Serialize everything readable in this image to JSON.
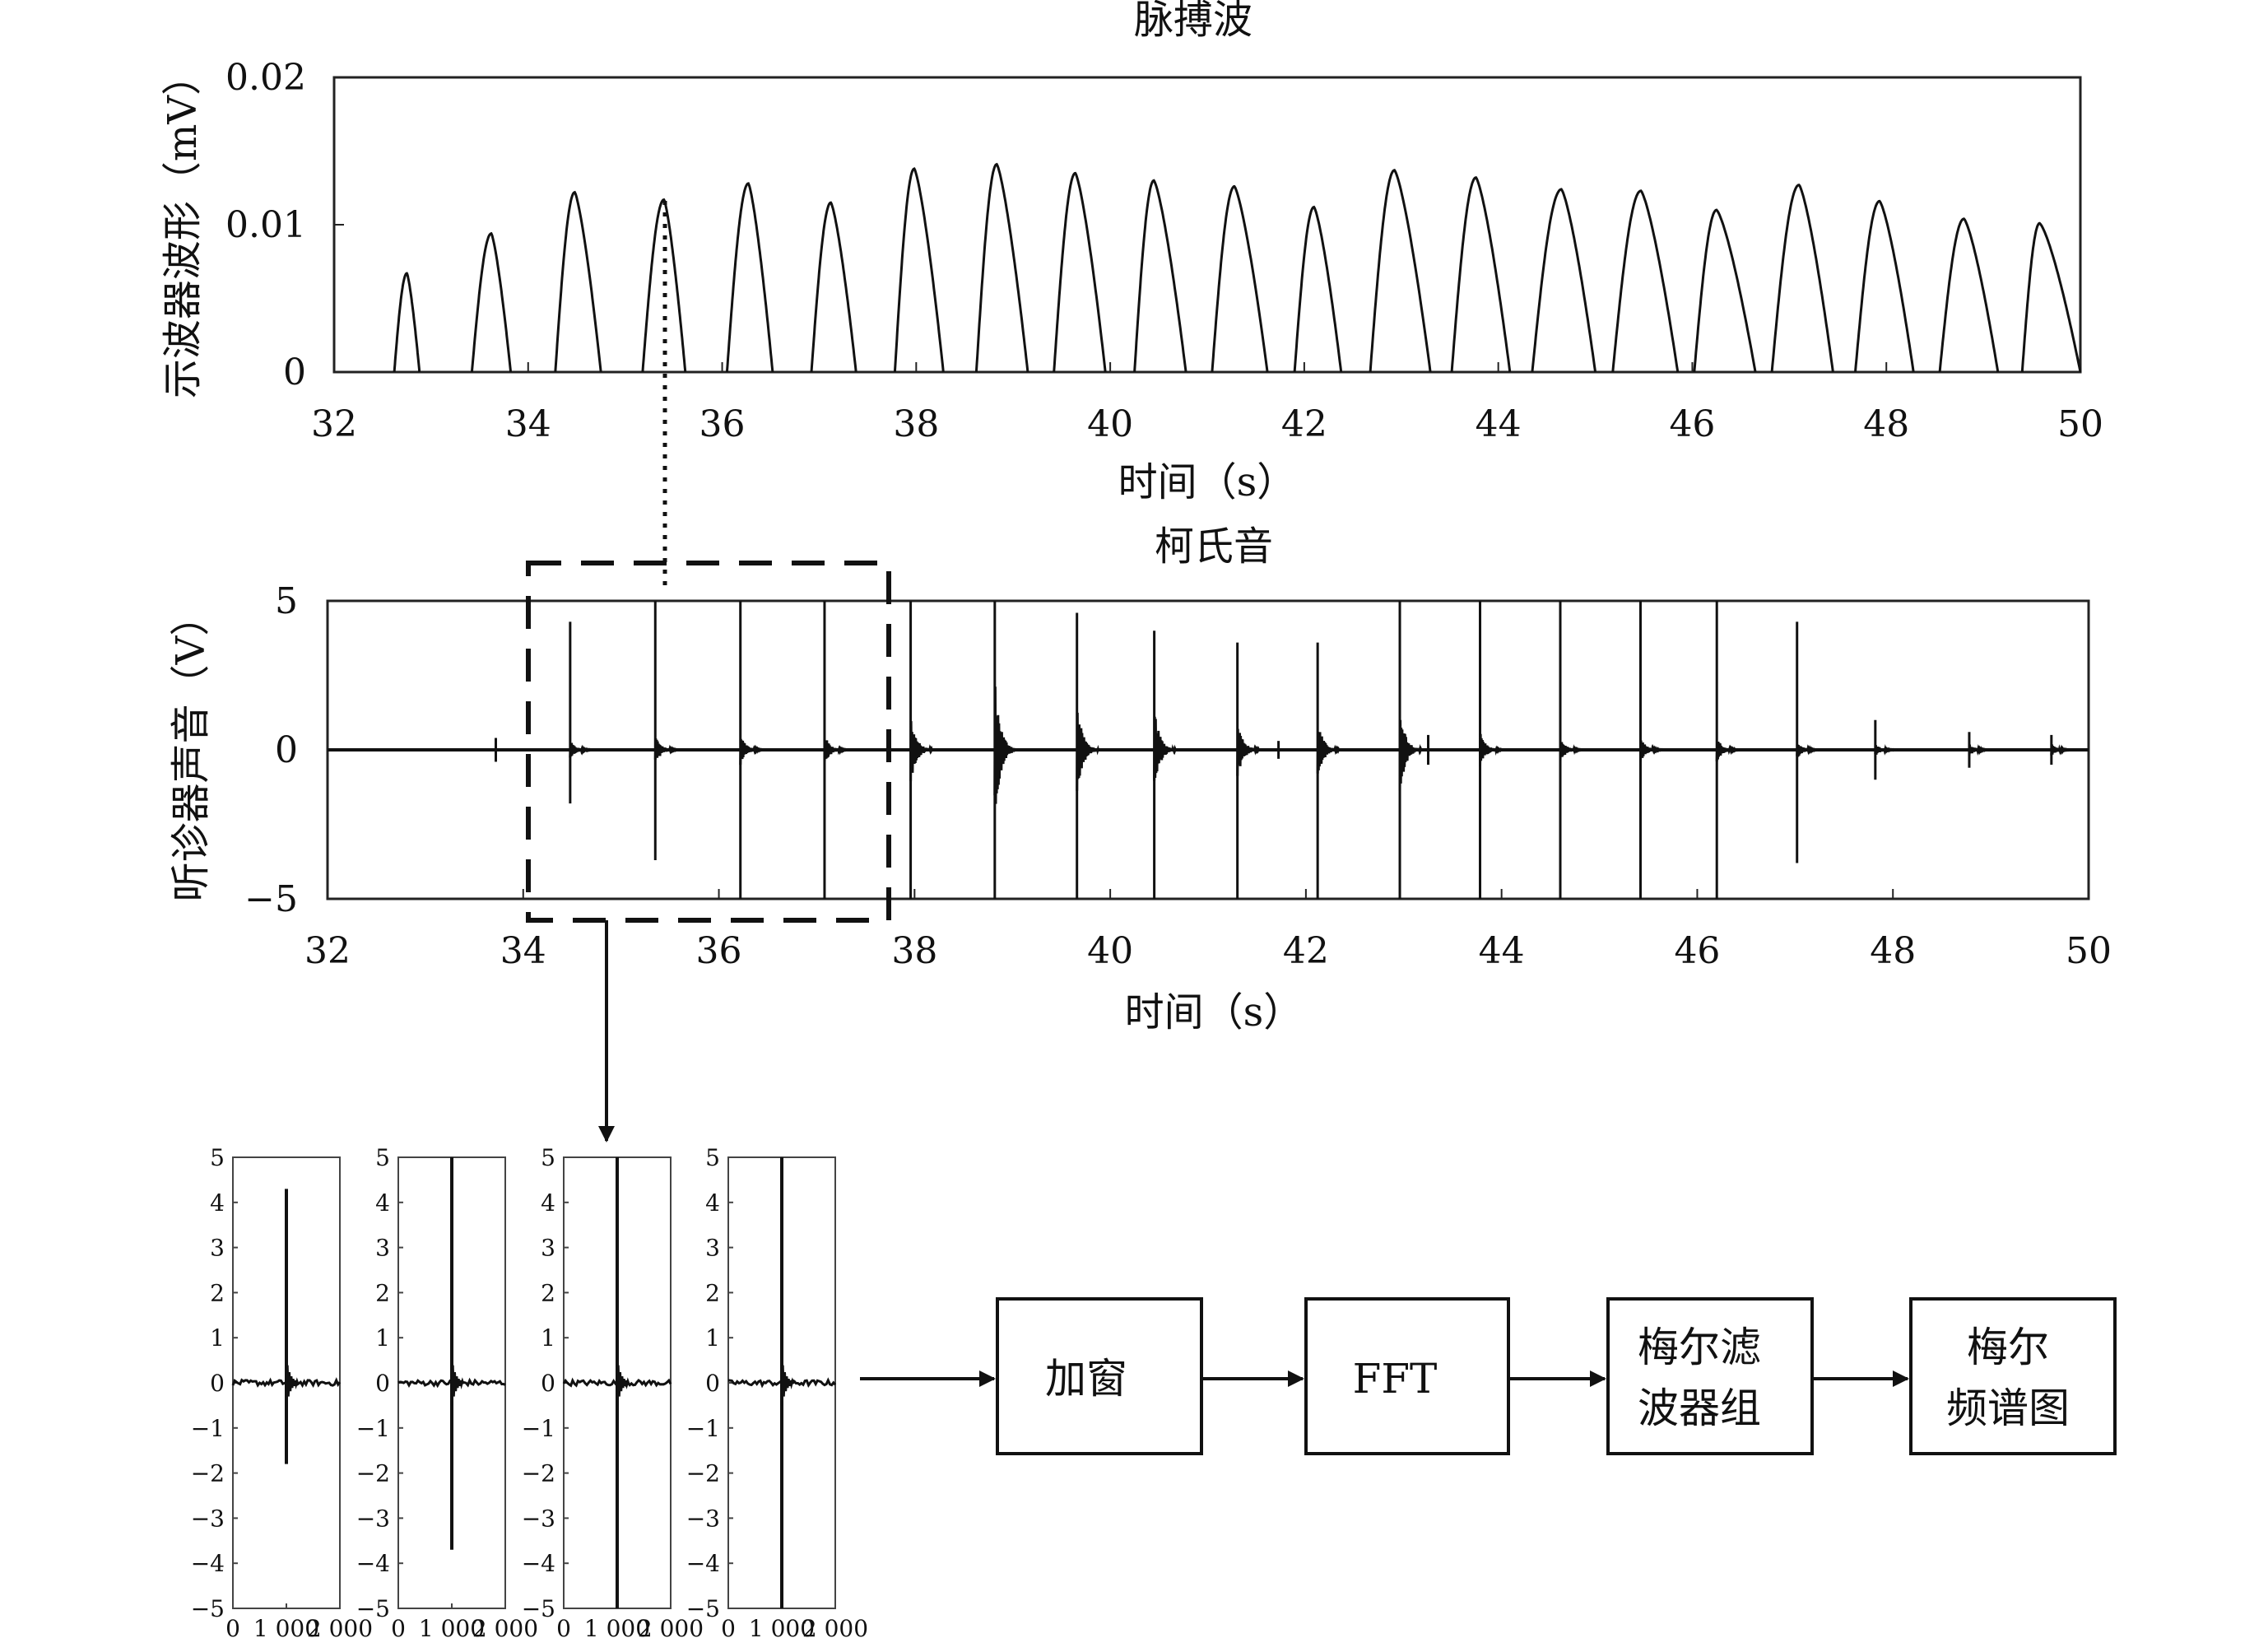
{
  "chart_data": [
    {
      "id": "pulse",
      "type": "line",
      "title": "脉搏波",
      "xlabel": "时间（s）",
      "ylabel": "示波器波形（mV）",
      "xlim": [
        32,
        50
      ],
      "ylim": [
        0,
        0.02
      ],
      "xticks": [
        32,
        34,
        36,
        38,
        40,
        42,
        44,
        46,
        48,
        50
      ],
      "xtick_labels": [
        "32",
        "34",
        "36",
        "38",
        "40",
        "42",
        "44",
        "46",
        "48",
        "50"
      ],
      "yticks": [
        0,
        0.01,
        0.02
      ],
      "ytick_labels": [
        "0",
        "0.01",
        "0.02"
      ],
      "grid": false,
      "pulses": [
        {
          "start": 32.62,
          "peak_t": 32.75,
          "peak": 0.0067,
          "end": 32.88
        },
        {
          "start": 33.42,
          "peak_t": 33.62,
          "peak": 0.0094,
          "end": 33.82
        },
        {
          "start": 34.28,
          "peak_t": 34.48,
          "peak": 0.0122,
          "end": 34.75
        },
        {
          "start": 35.18,
          "peak_t": 35.4,
          "peak": 0.0117,
          "end": 35.62
        },
        {
          "start": 36.05,
          "peak_t": 36.27,
          "peak": 0.0128,
          "end": 36.52
        },
        {
          "start": 36.92,
          "peak_t": 37.12,
          "peak": 0.0115,
          "end": 37.38
        },
        {
          "start": 37.78,
          "peak_t": 37.98,
          "peak": 0.0138,
          "end": 38.28
        },
        {
          "start": 38.62,
          "peak_t": 38.83,
          "peak": 0.0141,
          "end": 39.15
        },
        {
          "start": 39.42,
          "peak_t": 39.64,
          "peak": 0.0135,
          "end": 39.95
        },
        {
          "start": 40.25,
          "peak_t": 40.45,
          "peak": 0.013,
          "end": 40.78
        },
        {
          "start": 41.05,
          "peak_t": 41.28,
          "peak": 0.0126,
          "end": 41.62
        },
        {
          "start": 41.9,
          "peak_t": 42.1,
          "peak": 0.0112,
          "end": 42.38
        },
        {
          "start": 42.68,
          "peak_t": 42.93,
          "peak": 0.0137,
          "end": 43.3
        },
        {
          "start": 43.52,
          "peak_t": 43.77,
          "peak": 0.0132,
          "end": 44.12
        },
        {
          "start": 44.35,
          "peak_t": 44.65,
          "peak": 0.0124,
          "end": 45.0
        },
        {
          "start": 45.18,
          "peak_t": 45.47,
          "peak": 0.0123,
          "end": 45.85
        },
        {
          "start": 46.02,
          "peak_t": 46.25,
          "peak": 0.011,
          "end": 46.65
        },
        {
          "start": 46.82,
          "peak_t": 47.1,
          "peak": 0.0127,
          "end": 47.45
        },
        {
          "start": 47.68,
          "peak_t": 47.93,
          "peak": 0.0116,
          "end": 48.28
        },
        {
          "start": 48.55,
          "peak_t": 48.8,
          "peak": 0.0104,
          "end": 49.15
        },
        {
          "start": 49.4,
          "peak_t": 49.58,
          "peak": 0.0101,
          "end": 50.0
        }
      ]
    },
    {
      "id": "korotkoff",
      "type": "line",
      "title": "柯氏音",
      "xlabel": "时间（s）",
      "ylabel": "听诊器声音（V）",
      "xlim": [
        32,
        50
      ],
      "ylim": [
        -5,
        5
      ],
      "xticks": [
        32,
        34,
        36,
        38,
        40,
        42,
        44,
        46,
        48,
        50
      ],
      "xtick_labels": [
        "32",
        "34",
        "36",
        "38",
        "40",
        "42",
        "44",
        "46",
        "48",
        "50"
      ],
      "yticks": [
        -5,
        0,
        5
      ],
      "ytick_labels": [
        "−5",
        "0",
        "5"
      ],
      "grid": false,
      "beats": [
        {
          "t": 34.48,
          "max": 4.3,
          "min": -1.8,
          "burst": 0.3
        },
        {
          "t": 35.35,
          "max": 5.0,
          "min": -3.7,
          "burst": 0.5
        },
        {
          "t": 36.22,
          "max": 5.0,
          "min": -5.0,
          "burst": 0.5
        },
        {
          "t": 37.08,
          "max": 5.0,
          "min": -5.0,
          "burst": 0.5
        },
        {
          "t": 37.96,
          "max": 5.0,
          "min": -5.0,
          "burst": 1.2
        },
        {
          "t": 38.82,
          "max": 5.0,
          "min": -5.0,
          "burst": 2.4
        },
        {
          "t": 39.66,
          "max": 4.6,
          "min": -5.0,
          "burst": 1.6
        },
        {
          "t": 40.45,
          "max": 4.0,
          "min": -5.0,
          "burst": 1.4
        },
        {
          "t": 41.3,
          "max": 3.6,
          "min": -5.0,
          "burst": 1.0
        },
        {
          "t": 42.12,
          "max": 3.6,
          "min": -5.0,
          "burst": 1.0
        },
        {
          "t": 42.96,
          "max": 5.0,
          "min": -5.0,
          "burst": 1.5
        },
        {
          "t": 43.78,
          "max": 5.0,
          "min": -5.0,
          "burst": 0.6
        },
        {
          "t": 44.6,
          "max": 5.0,
          "min": -5.0,
          "burst": 0.4
        },
        {
          "t": 45.42,
          "max": 5.0,
          "min": -5.0,
          "burst": 0.4
        },
        {
          "t": 46.2,
          "max": 5.0,
          "min": -5.0,
          "burst": 0.4
        },
        {
          "t": 47.02,
          "max": 4.3,
          "min": -3.8,
          "burst": 0.3
        },
        {
          "t": 47.82,
          "max": 1.0,
          "min": -1.0,
          "burst": 0.2
        },
        {
          "t": 48.78,
          "max": 0.6,
          "min": -0.6,
          "burst": 0.2
        },
        {
          "t": 49.62,
          "max": 0.5,
          "min": -0.5,
          "burst": 0.2
        }
      ],
      "extra_blips": [
        {
          "t": 33.72,
          "amp": 0.4
        },
        {
          "t": 41.72,
          "amp": 0.3
        },
        {
          "t": 43.25,
          "amp": 0.5
        }
      ]
    },
    {
      "id": "segments",
      "type": "line",
      "xlim": [
        0,
        2000
      ],
      "ylim": [
        -5,
        5
      ],
      "xticks": [
        0,
        1000,
        2000
      ],
      "xtick_labels": [
        "0",
        "1 000",
        "2 000"
      ],
      "yticks": [
        -5,
        -4,
        -3,
        -2,
        -1,
        0,
        1,
        2,
        3,
        4,
        5
      ],
      "ytick_labels": [
        "−5",
        "−4",
        "−3",
        "−2",
        "−1",
        "0",
        "1",
        "2",
        "3",
        "4",
        "5"
      ],
      "panels": [
        {
          "spike_x": 1000,
          "max": 4.3,
          "min": -1.8
        },
        {
          "spike_x": 1000,
          "max": 5.0,
          "min": -3.7
        },
        {
          "spike_x": 1000,
          "max": 5.0,
          "min": -5.0
        },
        {
          "spike_x": 1000,
          "max": 5.0,
          "min": -5.0
        }
      ]
    }
  ],
  "pipeline": {
    "windowing": "加窗",
    "fft": "FFT",
    "mel_filterbank": [
      "梅尔滤",
      "波器组"
    ],
    "mel_spectrogram": [
      "梅尔",
      "频谱图"
    ]
  }
}
